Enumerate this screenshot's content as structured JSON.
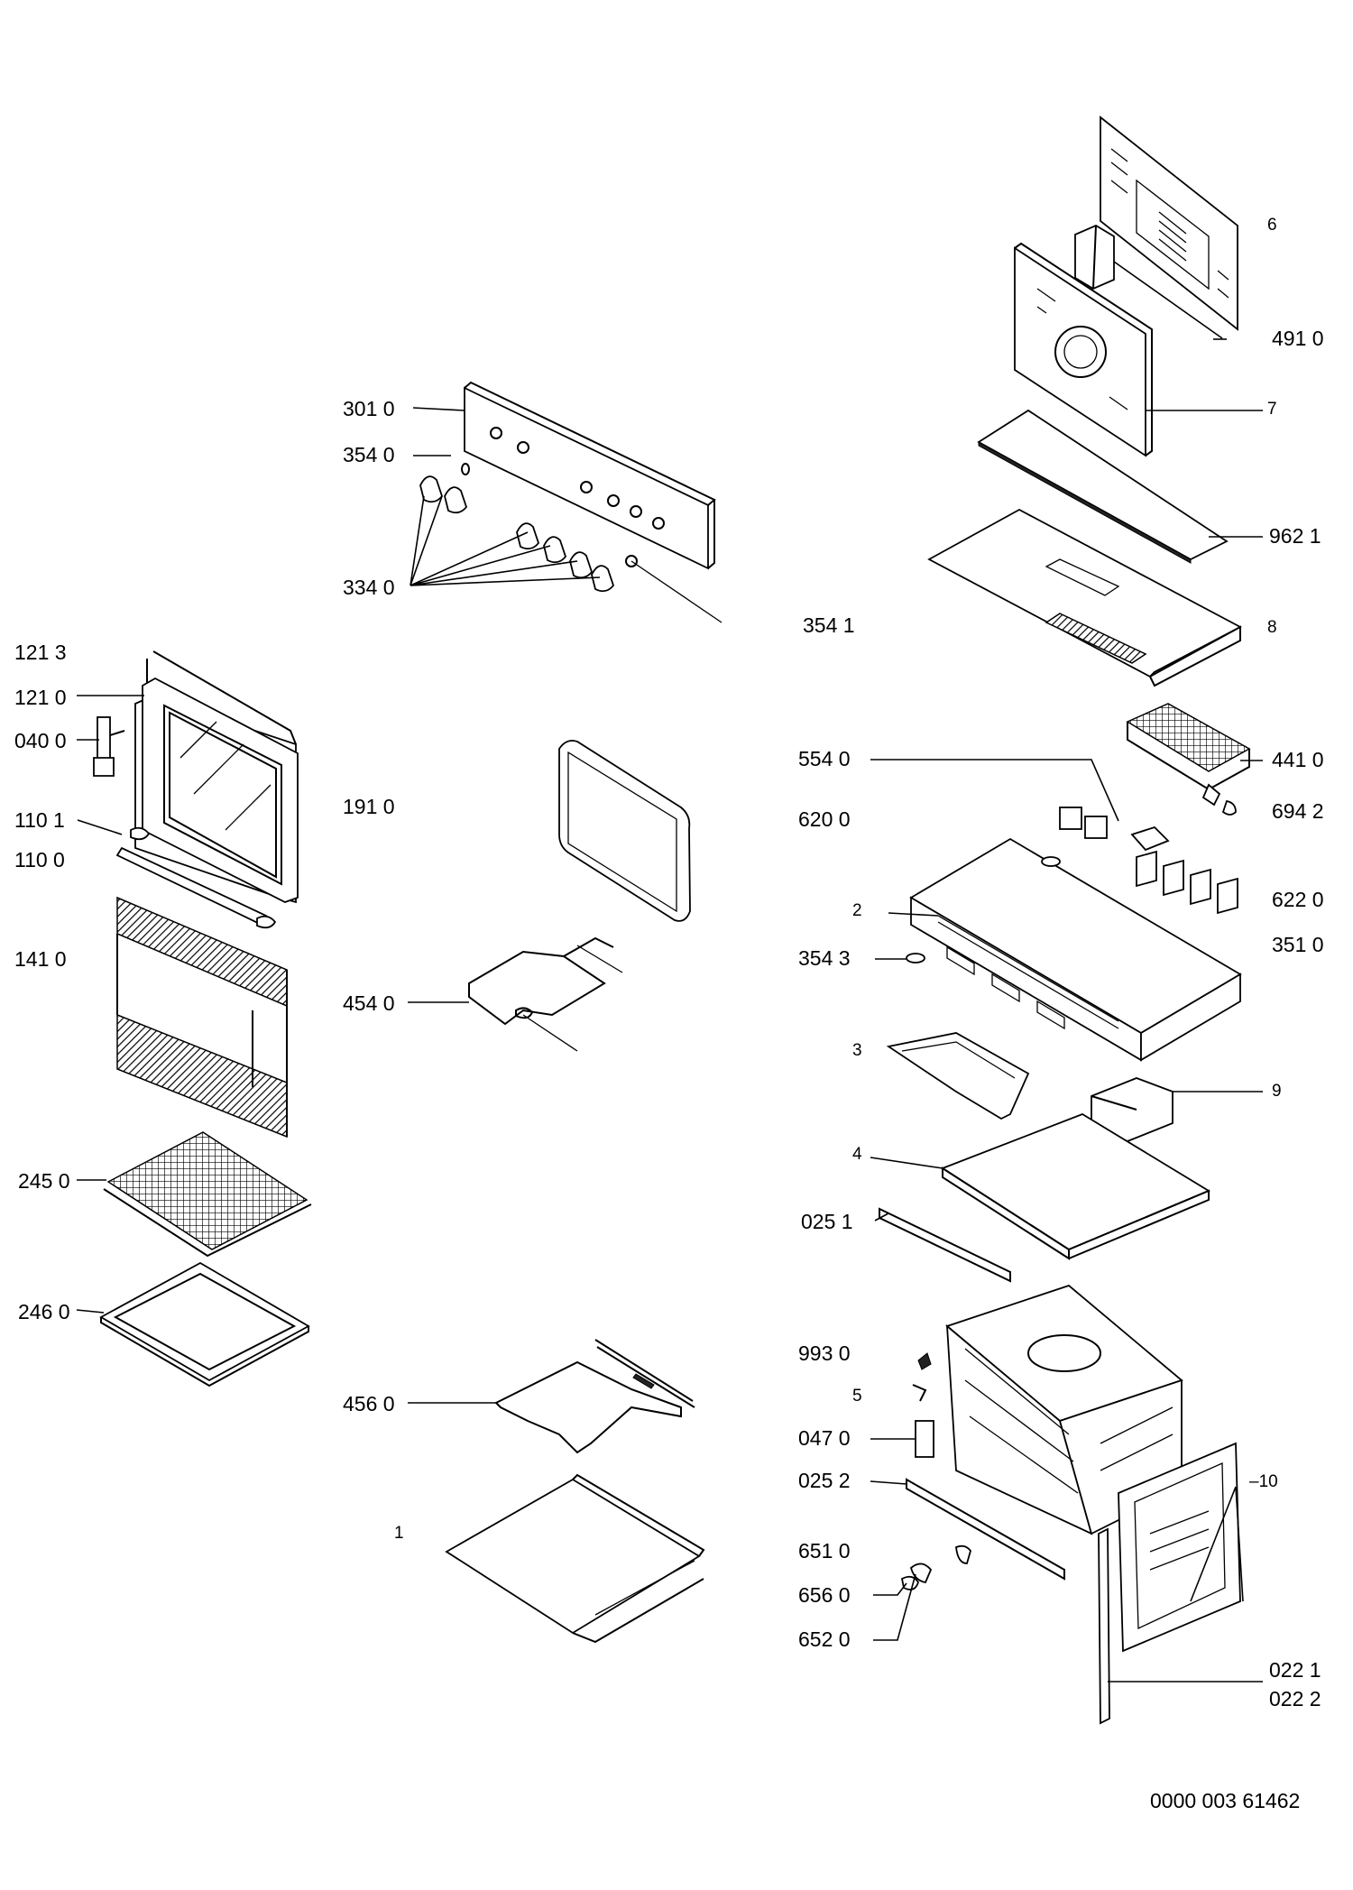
{
  "labels": {
    "l_301_0": "301 0",
    "l_354_0": "354 0",
    "l_334_0": "334 0",
    "l_121_3": "121 3",
    "l_121_0": "121 0",
    "l_040_0": "040 0",
    "l_110_1": "110 1",
    "l_110_0": "110 0",
    "l_141_0": "141 0",
    "l_245_0": "245 0",
    "l_246_0": "246 0",
    "l_191_0": "191 0",
    "l_454_0": "454 0",
    "l_456_0": "456 0",
    "l_1": "1",
    "l_6": "6",
    "l_491_0": "491 0",
    "l_7": "7",
    "l_962_1": "962 1",
    "l_354_1": "354 1",
    "l_8": "8",
    "l_554_0": "554 0",
    "l_441_0": "441 0",
    "l_620_0": "620 0",
    "l_694_2": "694 2",
    "l_2": "2",
    "l_622_0": "622 0",
    "l_354_3": "354 3",
    "l_351_0": "351 0",
    "l_3": "3",
    "l_9": "9",
    "l_4": "4",
    "l_025_1": "025 1",
    "l_993_0": "993 0",
    "l_5": "5",
    "l_047_0": "047 0",
    "l_025_2": "025 2",
    "l_10": "–10",
    "l_651_0": "651 0",
    "l_656_0": "656 0",
    "l_652_0": "652 0",
    "l_022_1": "022 1",
    "l_022_2": "022 2"
  },
  "doc_number": "0000 003 61462"
}
